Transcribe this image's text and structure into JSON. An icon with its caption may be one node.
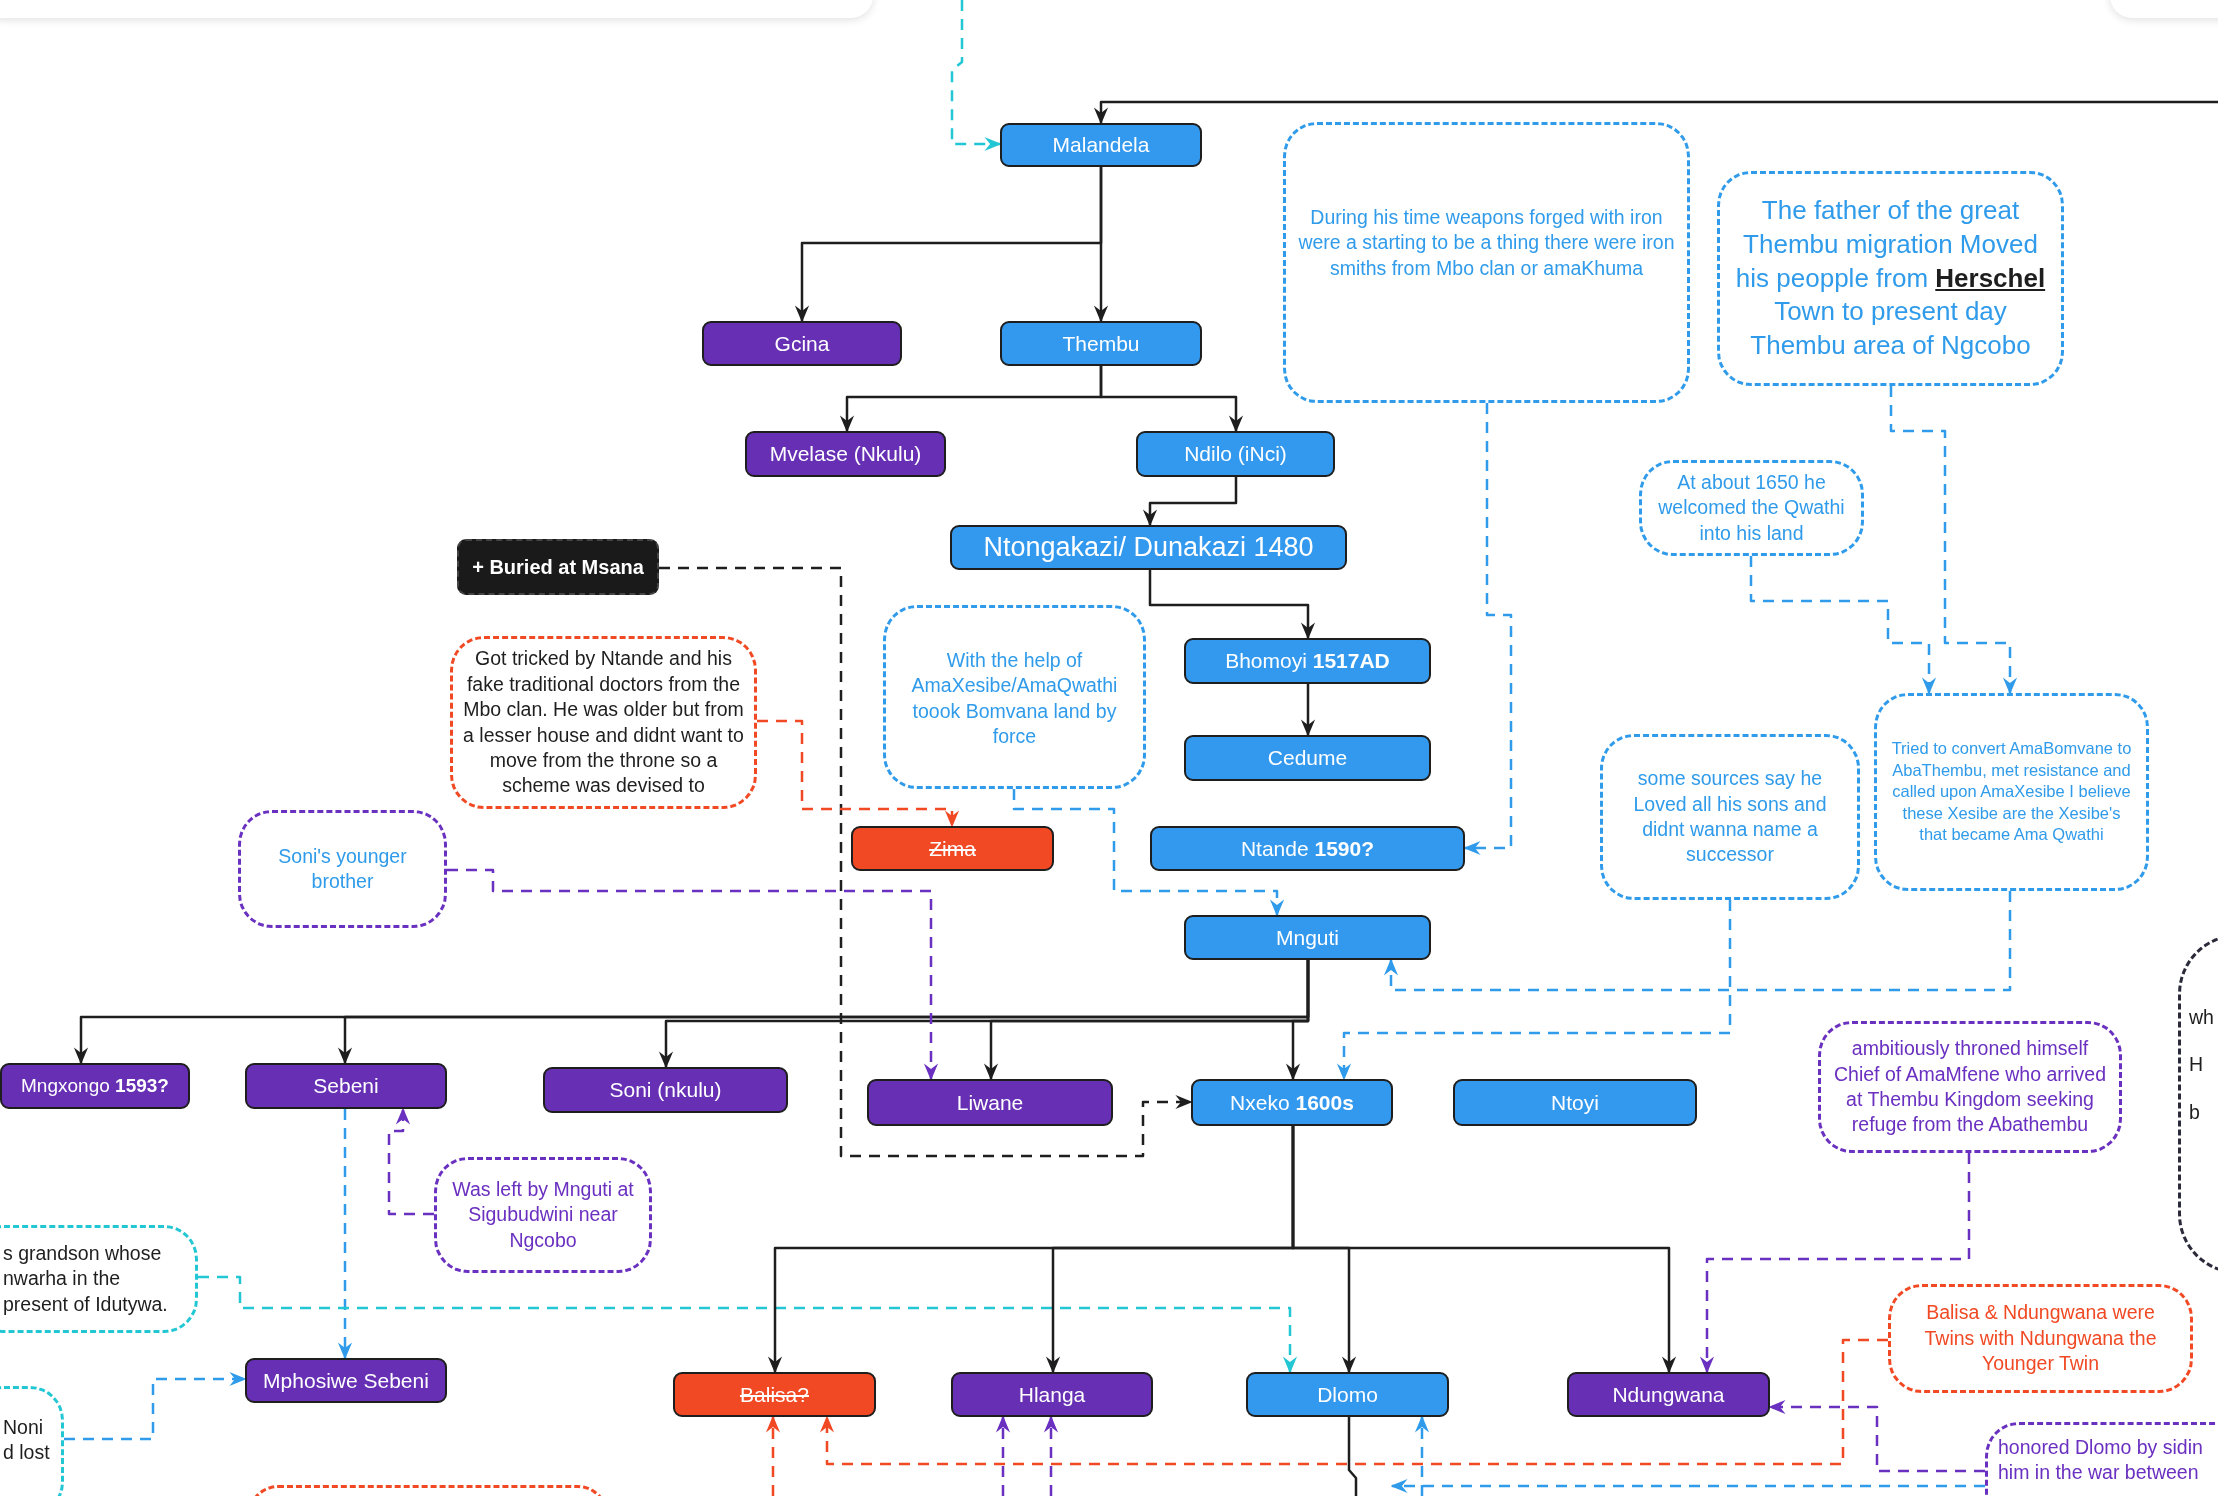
{
  "diagram": {
    "nodes": [
      {
        "text": [
          "Malandela"
        ]
      },
      {
        "text": [
          "During his time weapons forged with iron were a starting to be a thing there were iron smiths from Mbo clan or amaKhuma"
        ]
      },
      {
        "text": [
          "The father of the great Thembu migration Moved his peopple from **Herschel** Town to present day Thembu area of Ngcobo"
        ]
      },
      {
        "text": [
          "Gcina"
        ]
      },
      {
        "text": [
          "Thembu"
        ]
      },
      {
        "text": [
          "Mvelase (Nkulu)"
        ]
      },
      {
        "text": [
          "Ndilo (iNci)"
        ]
      },
      {
        "text": [
          "At about 1650 he welcomed the Qwathi into his land"
        ]
      },
      {
        "text": [
          "+ Buried at Msana"
        ]
      },
      {
        "text": [
          "Ntongakazi/ Dunakazi 1480"
        ]
      },
      {
        "text": [
          "Got tricked by Ntande and his fake traditional doctors from the Mbo clan. He was older but from a lesser house and didnt want to move from the throne so a scheme was devised to"
        ]
      },
      {
        "text": [
          "With the help of AmaXesibe/AmaQwathi toook Bomvana land by force"
        ]
      },
      {
        "text": [
          "Bhomoyi  **1517AD**"
        ]
      },
      {
        "text": [
          "Tried to convert AmaBomvane to AbaThembu, met resistance and called upon AmaXesibe I believe these Xesibe are the Xesibe's that became Ama Qwathi"
        ]
      },
      {
        "text": [
          "some sources say he Loved all his sons and didnt wanna name a successor"
        ]
      },
      {
        "text": [
          "Cedume"
        ]
      },
      {
        "text": [
          "Soni's younger brother"
        ]
      },
      {
        "text": [
          "Zima"
        ]
      },
      {
        "text": [
          "Ntande **1590?**"
        ]
      },
      {
        "text": [
          "Mnguti"
        ]
      },
      {
        "text": [
          "wh",
          "H",
          "b"
        ]
      },
      {
        "text": [
          "Mngxongo **1593?**"
        ]
      },
      {
        "text": [
          "Sebeni"
        ]
      },
      {
        "text": [
          "Soni (nkulu)"
        ]
      },
      {
        "text": [
          "Liwane"
        ]
      },
      {
        "text": [
          "Nxeko **1600s**"
        ]
      },
      {
        "text": [
          "Ntoyi"
        ]
      },
      {
        "text": [
          "ambitiously throned himself Chief of AmaMfene who arrived at Thembu Kingdom seeking refuge from the Abathembu"
        ]
      },
      {
        "text": [
          "Was left by Mnguti at Sigubudwini near Ngcobo"
        ]
      },
      {
        "text": [
          "s grandson whose nwarha in the present of Idutywa."
        ]
      },
      {
        "text": [
          "Balisa & Ndungwana were Twins with Ndungwana the Younger Twin"
        ]
      },
      {
        "text": [
          "Mphosiwe Sebeni"
        ]
      },
      {
        "text": [
          "Balisa?"
        ]
      },
      {
        "text": [
          "Hlanga"
        ]
      },
      {
        "text": [
          "Dlomo"
        ]
      },
      {
        "text": [
          "Ndungwana"
        ]
      },
      {
        "text": [
          "Noni d lost"
        ]
      },
      {
        "text": [
          "honored Dlomo  by sidin him in the war between"
        ]
      },
      {
        "text": [],
        "shape": "box"
      }
    ],
    "edges": [
      {
        "from": null,
        "to": 0,
        "arrow": "to",
        "style": "dashed",
        "color": "#22c7d3"
      },
      {
        "from": null,
        "to": 0,
        "arrow": "to"
      },
      {
        "from": 0,
        "to": 3,
        "arrow": "to"
      },
      {
        "from": 0,
        "to": 4,
        "arrow": "to"
      },
      {
        "from": 4,
        "to": 5,
        "arrow": "to"
      },
      {
        "from": 4,
        "to": 6,
        "arrow": "to"
      },
      {
        "from": 6,
        "to": 9,
        "arrow": "to"
      },
      {
        "from": 9,
        "to": 12,
        "arrow": "to"
      },
      {
        "from": 12,
        "to": 15,
        "arrow": "to"
      },
      {
        "from": 8,
        "to": 25,
        "arrow": "to",
        "style": "dashed"
      },
      {
        "from": 10,
        "to": 17,
        "arrow": "to",
        "style": "dashed",
        "color": "#f04923"
      },
      {
        "from": 11,
        "to": 19,
        "arrow": "to",
        "style": "dashed",
        "color": "#2f9bea"
      },
      {
        "from": 1,
        "to": 18,
        "arrow": "to",
        "style": "dashed",
        "color": "#2f9bea"
      },
      {
        "from": 2,
        "to": 13,
        "arrow": "to",
        "style": "dashed",
        "color": "#2f9bea"
      },
      {
        "from": 7,
        "to": 13,
        "arrow": "to",
        "style": "dashed",
        "color": "#2f9bea"
      },
      {
        "from": 13,
        "to": 19,
        "arrow": "to",
        "style": "dashed",
        "color": "#2f9bea"
      },
      {
        "from": 14,
        "to": 25,
        "arrow": "to",
        "style": "dashed",
        "color": "#2f9bea"
      },
      {
        "from": 19,
        "to": 21,
        "arrow": "to"
      },
      {
        "from": 19,
        "to": 22,
        "arrow": "to"
      },
      {
        "from": 19,
        "to": 23,
        "arrow": "to"
      },
      {
        "from": 19,
        "to": 24,
        "arrow": "to"
      },
      {
        "from": 19,
        "to": 25,
        "arrow": "to"
      },
      {
        "from": 16,
        "to": 24,
        "arrow": "to",
        "style": "dashed",
        "color": "#6a30c0"
      },
      {
        "from": 28,
        "to": 22,
        "arrow": "to",
        "style": "dashed",
        "color": "#6a30c0"
      },
      {
        "from": 22,
        "to": 31,
        "arrow": "to",
        "style": "dashed",
        "color": "#2f9bea"
      },
      {
        "from": 29,
        "to": 34,
        "arrow": "to",
        "style": "dashed",
        "color": "#22c7d3"
      },
      {
        "from": 36,
        "to": 31,
        "arrow": "to",
        "style": "dashed",
        "color": "#2f9bea"
      },
      {
        "from": 25,
        "to": 32,
        "arrow": "to"
      },
      {
        "from": 25,
        "to": 33,
        "arrow": "to"
      },
      {
        "from": 25,
        "to": 34,
        "arrow": "to"
      },
      {
        "from": 25,
        "to": 35,
        "arrow": "to"
      },
      {
        "from": 27,
        "to": 35,
        "arrow": "to",
        "style": "dashed",
        "color": "#6a30c0"
      },
      {
        "from": 30,
        "to": 32,
        "arrow": "to",
        "style": "dashed",
        "color": "#f04923"
      },
      {
        "from": null,
        "to": 32,
        "arrow": "to",
        "style": "dashed",
        "color": "#f04923"
      },
      {
        "from": 37,
        "to": 35,
        "arrow": "to",
        "style": "dashed",
        "color": "#6a30c0"
      },
      {
        "from": null,
        "to": 33,
        "arrow": "to",
        "style": "dashed",
        "color": "#6a30c0"
      },
      {
        "from": null,
        "to": 33,
        "arrow": "to",
        "style": "dashed",
        "color": "#6a30c0"
      },
      {
        "from": null,
        "to": 34,
        "arrow": "to",
        "style": "dashed",
        "color": "#2f9bea"
      },
      {
        "from": 34,
        "to": null,
        "arrow": "none"
      },
      {
        "from": 37,
        "to": null,
        "arrow": "to",
        "style": "dashed",
        "color": "#2f9bea"
      }
    ]
  }
}
